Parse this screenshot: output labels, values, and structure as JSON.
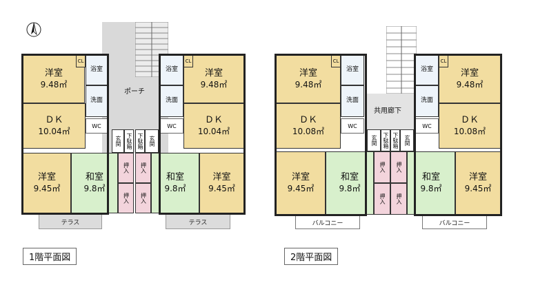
{
  "floor1": {
    "caption": "1階平面図",
    "porch": "ポーチ",
    "terrace": "テラス",
    "left": {
      "yoshitsu_top": {
        "name": "洋室",
        "area": "9.48㎡"
      },
      "dk": {
        "name": "ＤＫ",
        "area": "10.04㎡"
      },
      "yoshitsu_bottom": {
        "name": "洋室",
        "area": "9.45㎡"
      },
      "washitsu": {
        "name": "和室",
        "area": "9.8㎡"
      },
      "bath": "浴室",
      "washroom": "洗面",
      "wc": "WC",
      "cl": "CL",
      "entrance": "玄関",
      "shoebox": "下駄箱",
      "closet1": "押入",
      "closet2": "押入"
    },
    "right": {
      "yoshitsu_top": {
        "name": "洋室",
        "area": "9.48㎡"
      },
      "dk": {
        "name": "ＤＫ",
        "area": "10.04㎡"
      },
      "yoshitsu_bottom": {
        "name": "洋室",
        "area": "9.45㎡"
      },
      "washitsu": {
        "name": "和室",
        "area": "9.8㎡"
      },
      "bath": "浴室",
      "washroom": "洗面",
      "wc": "WC",
      "cl": "CL",
      "entrance": "玄関",
      "shoebox": "下駄箱",
      "closet1": "押入",
      "closet2": "押入"
    }
  },
  "floor2": {
    "caption": "2階平面図",
    "corridor": "共用廊下",
    "balcony": "バルコニー",
    "left": {
      "yoshitsu_top": {
        "name": "洋室",
        "area": "9.48㎡"
      },
      "dk": {
        "name": "ＤＫ",
        "area": "10.08㎡"
      },
      "yoshitsu_bottom": {
        "name": "洋室",
        "area": "9.45㎡"
      },
      "washitsu": {
        "name": "和室",
        "area": "9.8㎡"
      },
      "bath": "浴室",
      "washroom": "洗面",
      "wc": "WC",
      "cl": "CL",
      "entrance": "玄関",
      "shoebox": "下駄箱",
      "closet1": "押入",
      "closet2": "押入"
    },
    "right": {
      "yoshitsu_top": {
        "name": "洋室",
        "area": "9.48㎡"
      },
      "dk": {
        "name": "ＤＫ",
        "area": "10.08㎡"
      },
      "yoshitsu_bottom": {
        "name": "洋室",
        "area": "9.45㎡"
      },
      "washitsu": {
        "name": "和室",
        "area": "9.8㎡"
      },
      "bath": "浴室",
      "washroom": "洗面",
      "wc": "WC",
      "cl": "CL",
      "entrance": "玄関",
      "shoebox": "下駄箱",
      "closet1": "押入",
      "closet2": "押入"
    }
  },
  "compass": "north-arrow-icon"
}
